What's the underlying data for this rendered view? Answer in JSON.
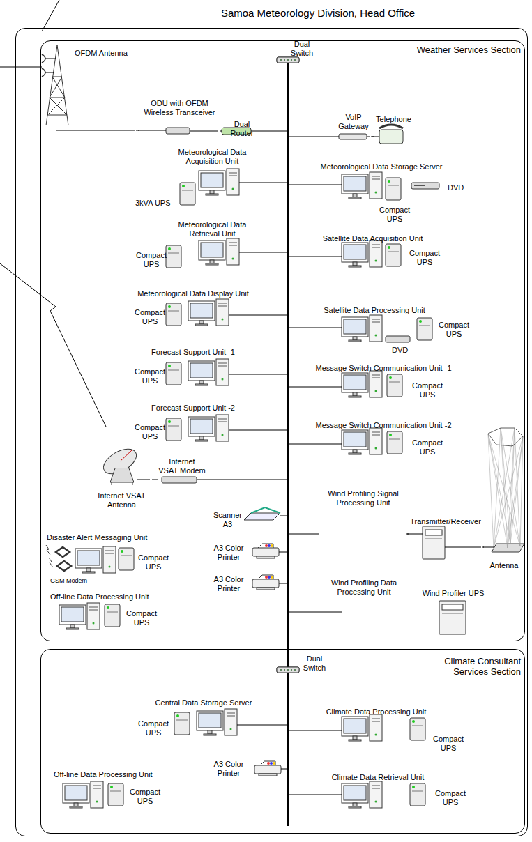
{
  "diagram": {
    "nodes": [
      {
        "text": [
          "Samoa Meteorology Division, Head Office"
        ]
      },
      {
        "text": [
          "Weather Services Section"
        ],
        "in": 0
      },
      {
        "text": [
          "Climate Consultant Services Section"
        ],
        "in": 0
      },
      {
        "text": [
          "OFDM Antenna"
        ],
        "in": 1
      },
      {
        "text": [
          "ODU with OFDM Wireless Transceiver"
        ],
        "in": 1
      },
      {
        "text": [
          "Dual Router"
        ],
        "in": 1
      },
      {
        "text": [
          "Dual Switch"
        ],
        "in": 1
      },
      {
        "text": [
          "VoIP Gateway"
        ],
        "in": 1
      },
      {
        "text": [
          "Telephone"
        ],
        "in": 1
      },
      {
        "text": [
          "Meteorological Data Acquisition Unit",
          "3kVA UPS"
        ],
        "in": 1
      },
      {
        "text": [
          "Meteorological Data Storage Server",
          "Compact UPS",
          "DVD"
        ],
        "in": 1
      },
      {
        "text": [
          "Meteorological Data Retrieval Unit",
          "Compact UPS"
        ],
        "in": 1
      },
      {
        "text": [
          "Satellite Data Acquisition Unit",
          "Compact UPS"
        ],
        "in": 1
      },
      {
        "text": [
          "Meteorological Data Display Unit",
          "Compact UPS"
        ],
        "in": 1
      },
      {
        "text": [
          "Satellite Data Processing Unit",
          "DVD",
          "Compact UPS"
        ],
        "in": 1
      },
      {
        "text": [
          "Forecast Support Unit -1",
          "Compact UPS"
        ],
        "in": 1
      },
      {
        "text": [
          "Message Switch Communication Unit -1",
          "Compact UPS"
        ],
        "in": 1
      },
      {
        "text": [
          "Forecast Support Unit -2",
          "Compact UPS"
        ],
        "in": 1
      },
      {
        "text": [
          "Message Switch Communication Unit -2",
          "Compact UPS"
        ],
        "in": 1
      },
      {
        "text": [
          "Internet VSAT Modem"
        ],
        "in": 1
      },
      {
        "text": [
          "Internet VSAT Antenna"
        ],
        "in": 1
      },
      {
        "text": [
          "Wind Profiling Signal Processing Unit"
        ],
        "in": 1
      },
      {
        "text": [
          "Transmitter/Receiver"
        ],
        "in": 1
      },
      {
        "text": [
          "Antenna"
        ],
        "in": 1
      },
      {
        "text": [
          "Wind Profiling Data Processing Unit"
        ],
        "in": 1
      },
      {
        "text": [
          "Wind Profiler UPS"
        ],
        "in": 1
      },
      {
        "text": [
          "Scanner A3"
        ],
        "in": 1
      },
      {
        "text": [
          "A3 Color Printer"
        ],
        "in": 1
      },
      {
        "text": [
          "A3 Color Printer"
        ],
        "in": 1
      },
      {
        "text": [
          "Disaster Alert Messaging Unit",
          "Compact UPS",
          "GSM Modem"
        ],
        "in": 1
      },
      {
        "text": [
          "Off-line Data Processing Unit",
          "Compact UPS"
        ],
        "in": 1
      },
      {
        "text": [
          "Dual Switch"
        ],
        "in": 2
      },
      {
        "text": [
          "Central Data Storage Server",
          "Compact UPS"
        ],
        "in": 2
      },
      {
        "text": [
          "Climate Data Processing Unit",
          "Compact UPS"
        ],
        "in": 2
      },
      {
        "text": [
          "A3 Color Printer"
        ],
        "in": 2
      },
      {
        "text": [
          "Off-line Data Processing Unit",
          "Compact UPS"
        ],
        "in": 2
      },
      {
        "text": [
          "Climate Data Retrieval Unit",
          "Compact UPS"
        ],
        "in": 2
      }
    ],
    "edges": [
      {
        "from": 3,
        "to": 4,
        "arrow": "none"
      },
      {
        "from": 4,
        "to": 5,
        "arrow": "none"
      },
      {
        "from": 7,
        "to": 8,
        "arrow": "none"
      },
      {
        "from": 20,
        "to": 19,
        "arrow": "none"
      },
      {
        "from": 21,
        "to": 22,
        "arrow": "none"
      },
      {
        "from": 22,
        "to": 23,
        "arrow": "none"
      }
    ]
  }
}
